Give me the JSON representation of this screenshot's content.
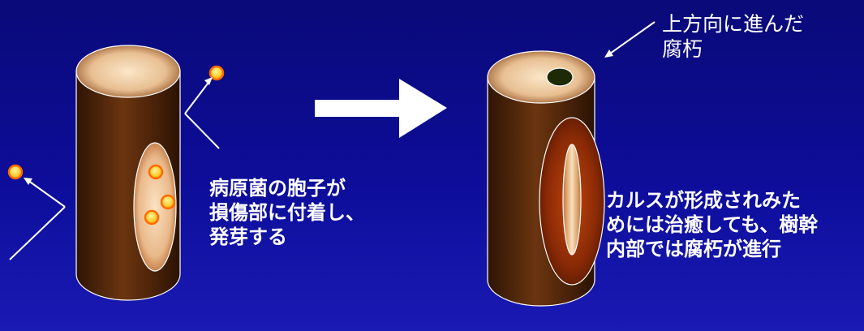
{
  "left_caption": [
    "病原菌の胞子が",
    "損傷部に付着し、",
    "発芽する"
  ],
  "top_right_caption": [
    "上方向に進んだ",
    "腐朽"
  ],
  "right_caption": [
    "カルスが形成されみた",
    "めには治癒しても、樹幹",
    "内部では腐朽が進行"
  ],
  "colors": {
    "background": "#0d0d9a",
    "trunk": "#5a2d0c",
    "trunk_top": "#e8c19a",
    "spore_fill": "#ffd23a",
    "spore_ring": "#ff7a00",
    "wound": "#f6d2a8",
    "callus": "#8a2a06",
    "arrow": "#ffffff"
  },
  "icons": [
    "spore-icon",
    "right-arrow-icon",
    "decay-hole-icon",
    "pointer-arrow-icon"
  ]
}
